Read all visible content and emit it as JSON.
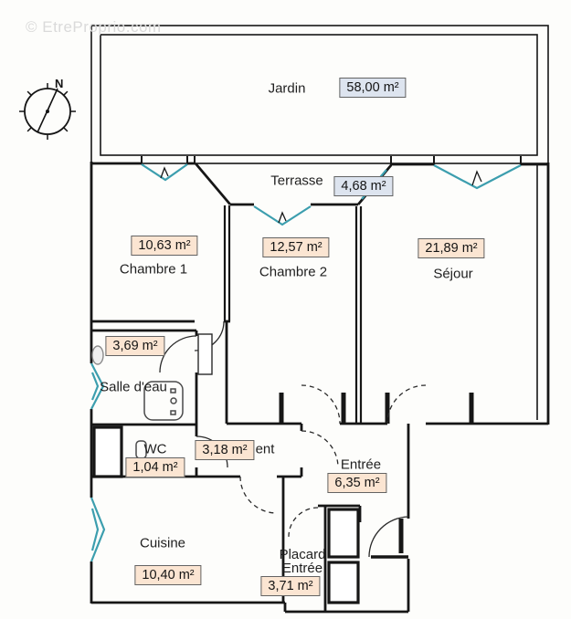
{
  "watermark": {
    "text": "© EtreProprio.com"
  },
  "compass": {
    "north_label": "N"
  },
  "colors": {
    "wall": "#161616",
    "window": "#3c9eae",
    "badge_peach_bg": "#fbe5d2",
    "badge_blue_bg": "#dde4ef",
    "badge_border": "#636363",
    "watermark": "#dadada"
  },
  "rooms": {
    "jardin": {
      "label": "Jardin",
      "area": "58,00 m²",
      "badge": "blue"
    },
    "terrasse": {
      "label": "Terrasse",
      "area": "4,68 m²",
      "badge": "blue"
    },
    "chambre1": {
      "label": "Chambre 1",
      "area": "10,63 m²",
      "badge": "peach"
    },
    "chambre2": {
      "label": "Chambre 2",
      "area": "12,57 m²",
      "badge": "peach"
    },
    "sejour": {
      "label": "Séjour",
      "area": "21,89 m²",
      "badge": "peach"
    },
    "salle_deau": {
      "label": "Salle d'eau",
      "area": "3,69 m²",
      "badge": "peach"
    },
    "wc": {
      "label": "WC",
      "area": "1,04 m²",
      "badge": "peach"
    },
    "degagement": {
      "label_visible_fragment": "ent",
      "area": "3,18 m²",
      "badge": "peach"
    },
    "entree": {
      "label": "Entrée",
      "area": "6,35 m²",
      "badge": "peach"
    },
    "cuisine": {
      "label": "Cuisine",
      "area": "10,40 m²",
      "badge": "peach"
    },
    "placard_entree": {
      "label_line1": "Placard",
      "label_line2": "Entrée",
      "area": "3,71 m²",
      "badge": "peach"
    }
  }
}
